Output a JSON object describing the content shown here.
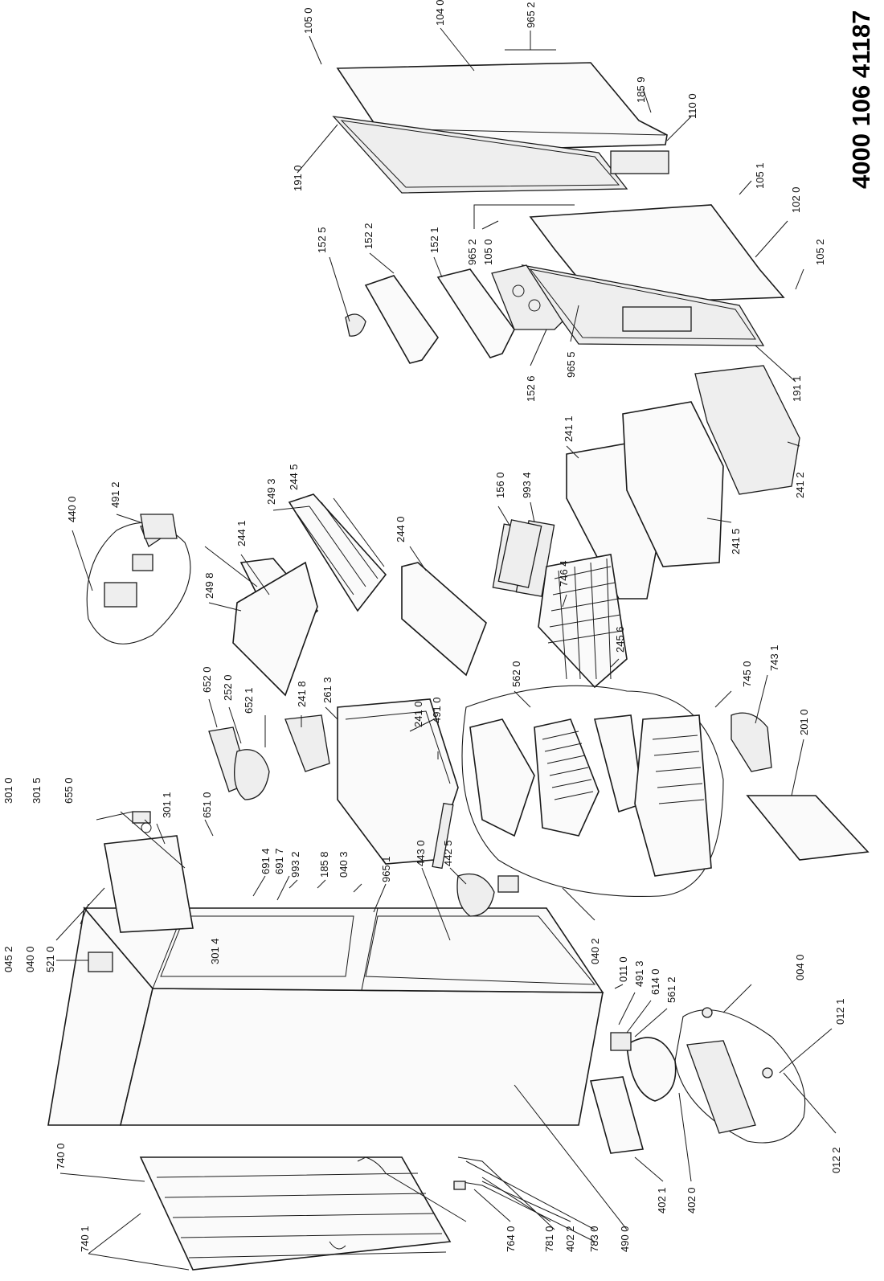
{
  "document_number": "4000 106 41187",
  "part_labels": [
    "105 0",
    "104 0",
    "965 2",
    "185 9",
    "110 0",
    "191 0",
    "105 1",
    "102 0",
    "965 2",
    "105 0",
    "105 2",
    "152 5",
    "152 2",
    "152 1",
    "965 5",
    "152 6",
    "191 1",
    "156 0",
    "993 4",
    "241 1",
    "241 2",
    "241 5",
    "440 0",
    "491 2",
    "249 3",
    "244 5",
    "244 1",
    "249 8",
    "244 0",
    "746 4",
    "245 6",
    "652 0",
    "252 0",
    "652 1",
    "241 8",
    "261 3",
    "241 0",
    "491 0",
    "562 0",
    "745 0",
    "743 1",
    "201 0",
    "301 0",
    "301 5",
    "655 0",
    "301 1",
    "651 0",
    "691 4",
    "691 7",
    "993 2",
    "185 8",
    "040 3",
    "965 1",
    "443 0",
    "442 5",
    "045 2",
    "040 0",
    "521 0",
    "301 4",
    "040 2",
    "011 0",
    "491 3",
    "614 0",
    "561 2",
    "004 0",
    "012 1",
    "740 0",
    "740 1",
    "764 0",
    "781 0",
    "402 2",
    "783 0",
    "490 0",
    "402 1",
    "402 0",
    "012 2"
  ]
}
